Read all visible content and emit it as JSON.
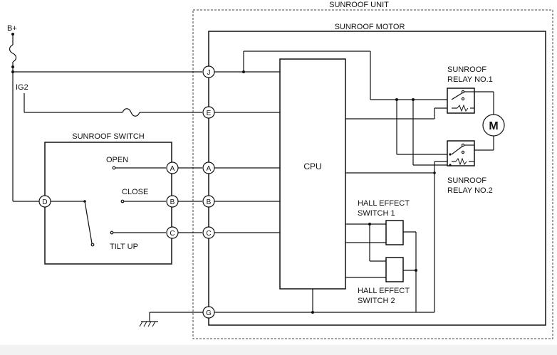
{
  "labels": {
    "sunroof_unit": "SUNROOF UNIT",
    "sunroof_motor": "SUNROOF MOTOR",
    "b_plus": "B+",
    "ig2": "IG2",
    "sunroof_switch": "SUNROOF SWITCH",
    "open": "OPEN",
    "close": "CLOSE",
    "tilt_up": "TILT UP",
    "cpu": "CPU",
    "relay1_line1": "SUNROOF",
    "relay1_line2": "RELAY NO.1",
    "relay2_line1": "SUNROOF",
    "relay2_line2": "RELAY NO.2",
    "hall1_line1": "HALL EFFECT",
    "hall1_line2": "SWITCH 1",
    "hall2_line1": "HALL EFFECT",
    "hall2_line2": "SWITCH 2",
    "motor": "M"
  },
  "connectors": {
    "unit_j": "J",
    "unit_e": "E",
    "unit_a": "A",
    "unit_b": "B",
    "unit_c": "C",
    "unit_g": "G",
    "switch_a": "A",
    "switch_b": "B",
    "switch_c": "C",
    "switch_d": "D"
  }
}
